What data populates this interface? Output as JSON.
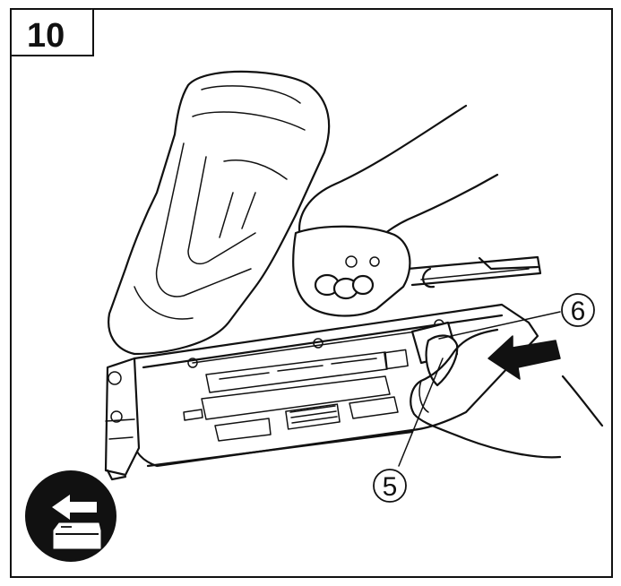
{
  "step": {
    "number": "10"
  },
  "callouts": [
    {
      "label": "6",
      "target": "release-lever"
    },
    {
      "label": "5",
      "target": "pusher"
    }
  ],
  "arrow": {
    "direction": "left",
    "meaning": "push"
  },
  "badge": {
    "icon": "battery-remove-icon",
    "arrow_direction": "left",
    "fill": "#111111"
  },
  "colors": {
    "line": "#111111",
    "background": "#ffffff"
  }
}
